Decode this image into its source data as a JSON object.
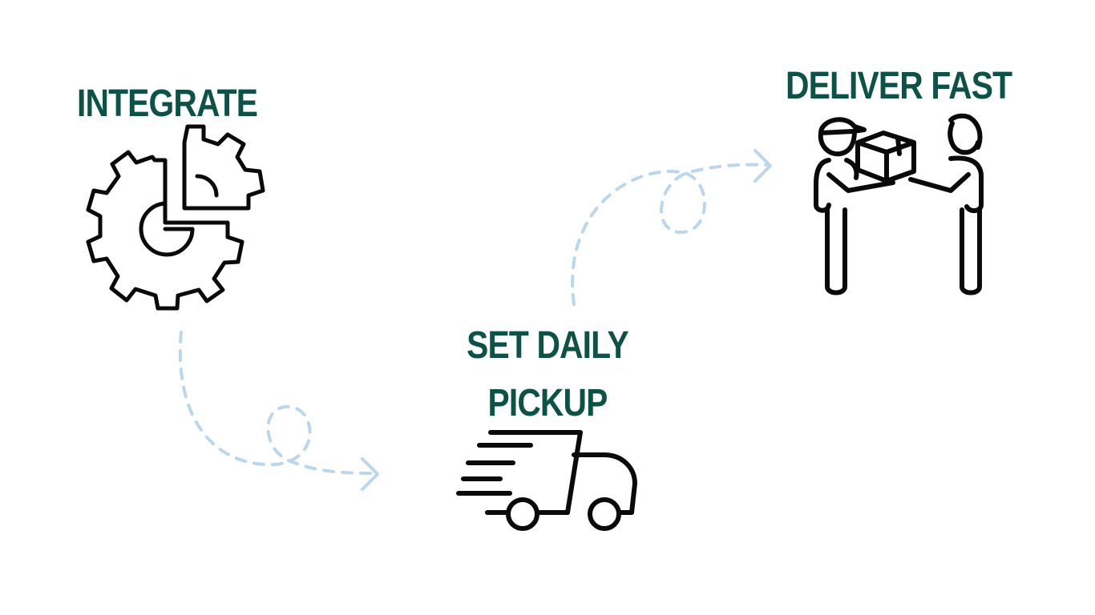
{
  "colors": {
    "heading": "#0d5246",
    "icon_stroke": "#0a0a0a",
    "flow_arrow": "#bcd7ec",
    "background": "#ffffff"
  },
  "steps": [
    {
      "label": "INTEGRATE",
      "icon": "gear-pie-chart-icon"
    },
    {
      "label_line_1": "SET DAILY",
      "label_line_2": "PICKUP",
      "icon": "delivery-truck-icon"
    },
    {
      "label": "DELIVER FAST",
      "icon": "package-handoff-icon"
    }
  ],
  "flow": [
    {
      "from": "INTEGRATE",
      "to": "SET DAILY PICKUP",
      "style": "dashed-loop-arrow"
    },
    {
      "from": "SET DAILY PICKUP",
      "to": "DELIVER FAST",
      "style": "dashed-loop-arrow"
    }
  ]
}
